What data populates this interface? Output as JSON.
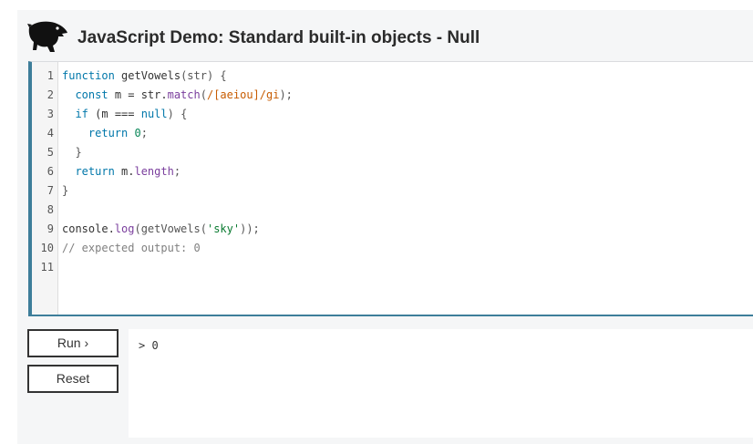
{
  "header": {
    "title": "JavaScript Demo: Standard built-in objects - Null",
    "logo_icon": "dinosaur-logo-icon"
  },
  "editor": {
    "line_numbers": [
      "1",
      "2",
      "3",
      "4",
      "5",
      "6",
      "7",
      "8",
      "9",
      "10",
      "11"
    ],
    "lines": [
      [
        {
          "t": "function ",
          "c": "kw"
        },
        {
          "t": "getVowels",
          "c": "fn"
        },
        {
          "t": "(str) {",
          "c": "punc"
        }
      ],
      [
        {
          "t": "  ",
          "c": "punc"
        },
        {
          "t": "const ",
          "c": "kw"
        },
        {
          "t": "m = str.",
          "c": "fn"
        },
        {
          "t": "match",
          "c": "prop"
        },
        {
          "t": "(",
          "c": "punc"
        },
        {
          "t": "/[aeiou]/gi",
          "c": "rx"
        },
        {
          "t": ");",
          "c": "punc"
        }
      ],
      [
        {
          "t": "  ",
          "c": "punc"
        },
        {
          "t": "if ",
          "c": "kw"
        },
        {
          "t": "(m === ",
          "c": "fn"
        },
        {
          "t": "null",
          "c": "kw"
        },
        {
          "t": ") {",
          "c": "punc"
        }
      ],
      [
        {
          "t": "    ",
          "c": "punc"
        },
        {
          "t": "return ",
          "c": "kw"
        },
        {
          "t": "0",
          "c": "num"
        },
        {
          "t": ";",
          "c": "punc"
        }
      ],
      [
        {
          "t": "  }",
          "c": "punc"
        }
      ],
      [
        {
          "t": "  ",
          "c": "punc"
        },
        {
          "t": "return ",
          "c": "kw"
        },
        {
          "t": "m.",
          "c": "fn"
        },
        {
          "t": "length",
          "c": "prop"
        },
        {
          "t": ";",
          "c": "punc"
        }
      ],
      [
        {
          "t": "}",
          "c": "punc"
        }
      ],
      [],
      [
        {
          "t": "console.",
          "c": "fn"
        },
        {
          "t": "log",
          "c": "prop"
        },
        {
          "t": "(getVowels(",
          "c": "punc"
        },
        {
          "t": "'sky'",
          "c": "str"
        },
        {
          "t": "));",
          "c": "punc"
        }
      ],
      [
        {
          "t": "// expected output: 0",
          "c": "cmt"
        }
      ],
      []
    ]
  },
  "controls": {
    "run_label": "Run ›",
    "reset_label": "Reset"
  },
  "console": {
    "output": "> 0"
  },
  "colors": {
    "accent": "#3d7e9a",
    "panel_bg": "#f5f6f7"
  }
}
